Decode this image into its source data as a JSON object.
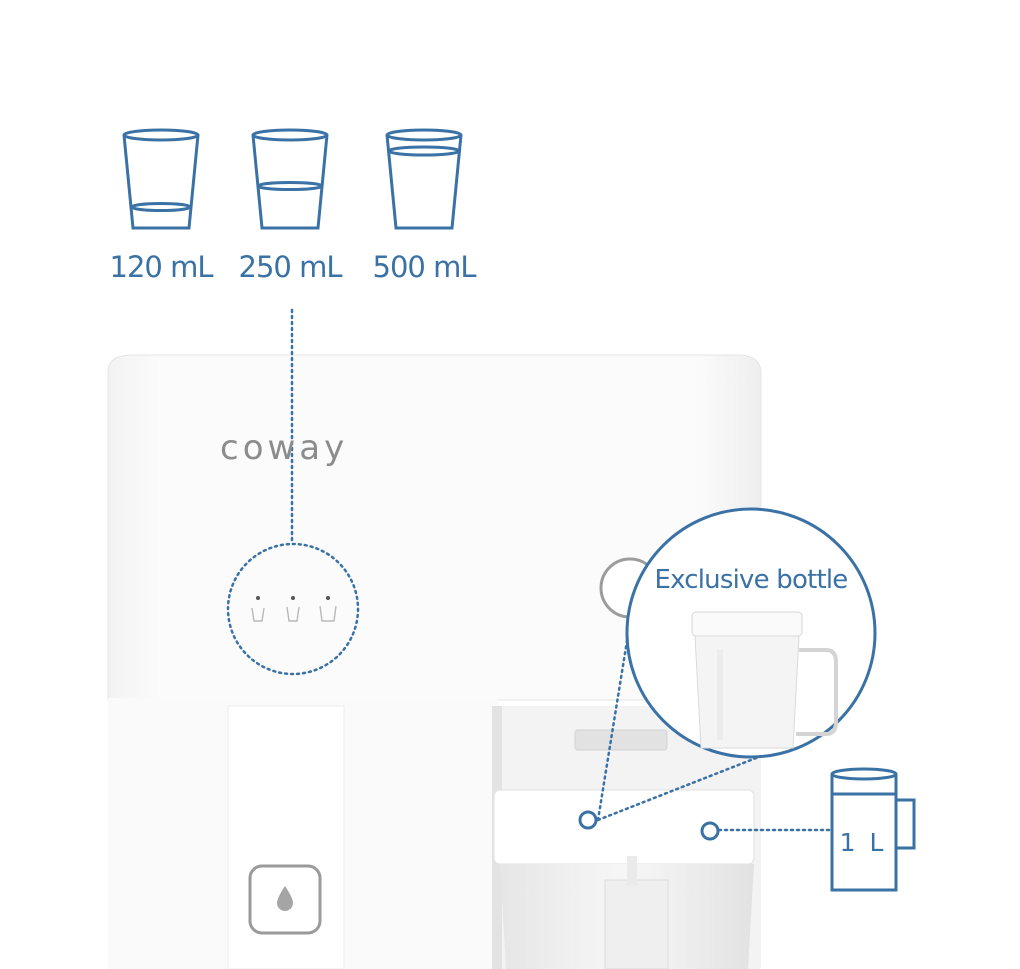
{
  "cups": [
    {
      "label": "120 mL",
      "fill_fraction": 0.25,
      "icon": "cup-icon"
    },
    {
      "label": "250 mL",
      "fill_fraction": 0.5,
      "icon": "cup-icon"
    },
    {
      "label": "500 mL",
      "fill_fraction": 0.85,
      "icon": "cup-icon"
    }
  ],
  "device": {
    "brand": "coway",
    "panel_icons": [
      "small-cup-icon",
      "medium-cup-icon",
      "large-cup-icon"
    ],
    "button_icon": "water-drop-icon"
  },
  "bottle": {
    "title": "Exclusive bottle",
    "icon": "pitcher-icon"
  },
  "pitcher": {
    "label": "1 L",
    "icon": "pitcher-icon"
  },
  "colors": {
    "accent": "#3a72a6",
    "device_body": "#ffffff",
    "device_shadow": "#dcdcdc",
    "logo": "#8c8c8c"
  }
}
